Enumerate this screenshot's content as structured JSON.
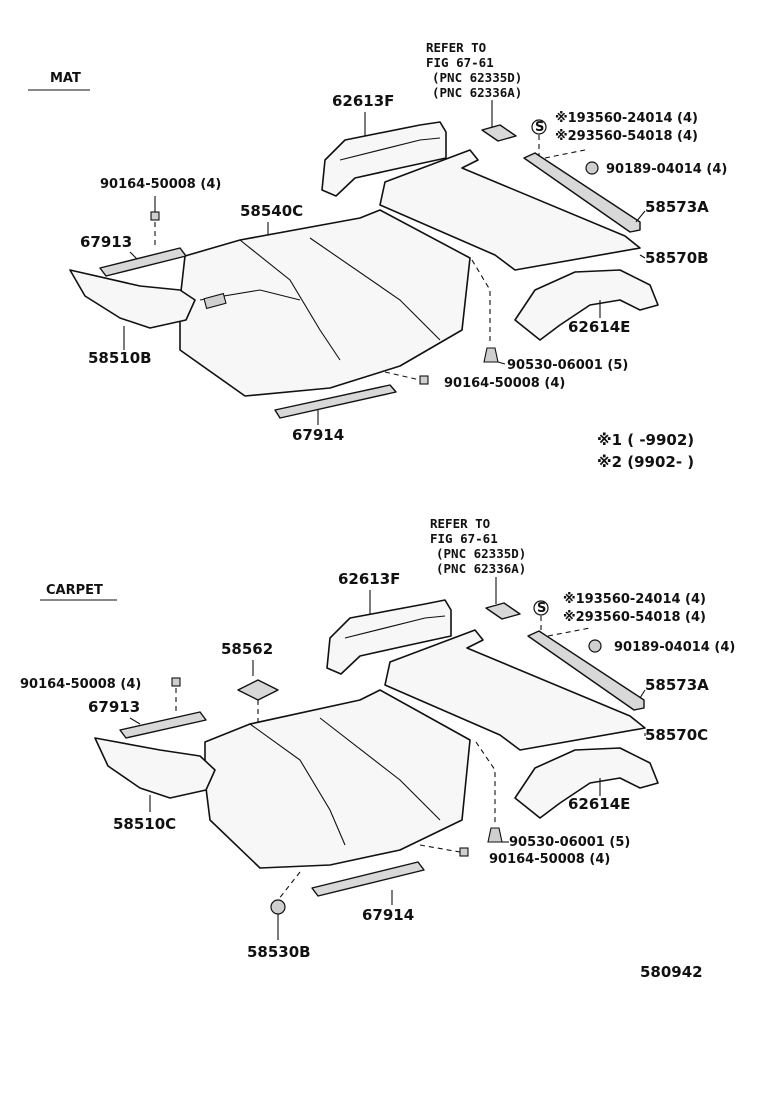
{
  "mat": {
    "section_label": "MAT",
    "refer": [
      "REFER TO",
      "FIG 67-61",
      "(PNC 62335D)",
      "(PNC 62336A)"
    ],
    "labels": {
      "p62613F": "62613F",
      "p193560": "※193560-24014 (4)",
      "p293560": "※293560-54018 (4)",
      "p90189": "90189-04014 (4)",
      "p90164_top": "90164-50008 (4)",
      "p58540C": "58540C",
      "p58573A": "58573A",
      "p67913": "67913",
      "p58570B": "58570B",
      "p58510B": "58510B",
      "p62614E": "62614E",
      "p90530": "90530-06001 (5)",
      "p90164_bot": "90164-50008 (4)",
      "p67914": "67914"
    },
    "notes": [
      "※1 (        -9902)",
      "※2 (9902-        )"
    ]
  },
  "carpet": {
    "section_label": "CARPET",
    "refer": [
      "REFER TO",
      "FIG 67-61",
      "(PNC 62335D)",
      "(PNC 62336A)"
    ],
    "labels": {
      "p62613F": "62613F",
      "p193560": "※193560-24014 (4)",
      "p293560": "※293560-54018 (4)",
      "p58562": "58562",
      "p90189": "90189-04014 (4)",
      "p90164_top": "90164-50008 (4)",
      "p58573A": "58573A",
      "p67913": "67913",
      "p58570C": "58570C",
      "p58510C": "58510C",
      "p62614E": "62614E",
      "p90530": "90530-06001 (5)",
      "p90164_bot": "90164-50008 (4)",
      "p67914": "67914",
      "p58530B": "58530B"
    }
  },
  "diagram_id": "580942",
  "icons": {
    "s_symbol": "S"
  }
}
